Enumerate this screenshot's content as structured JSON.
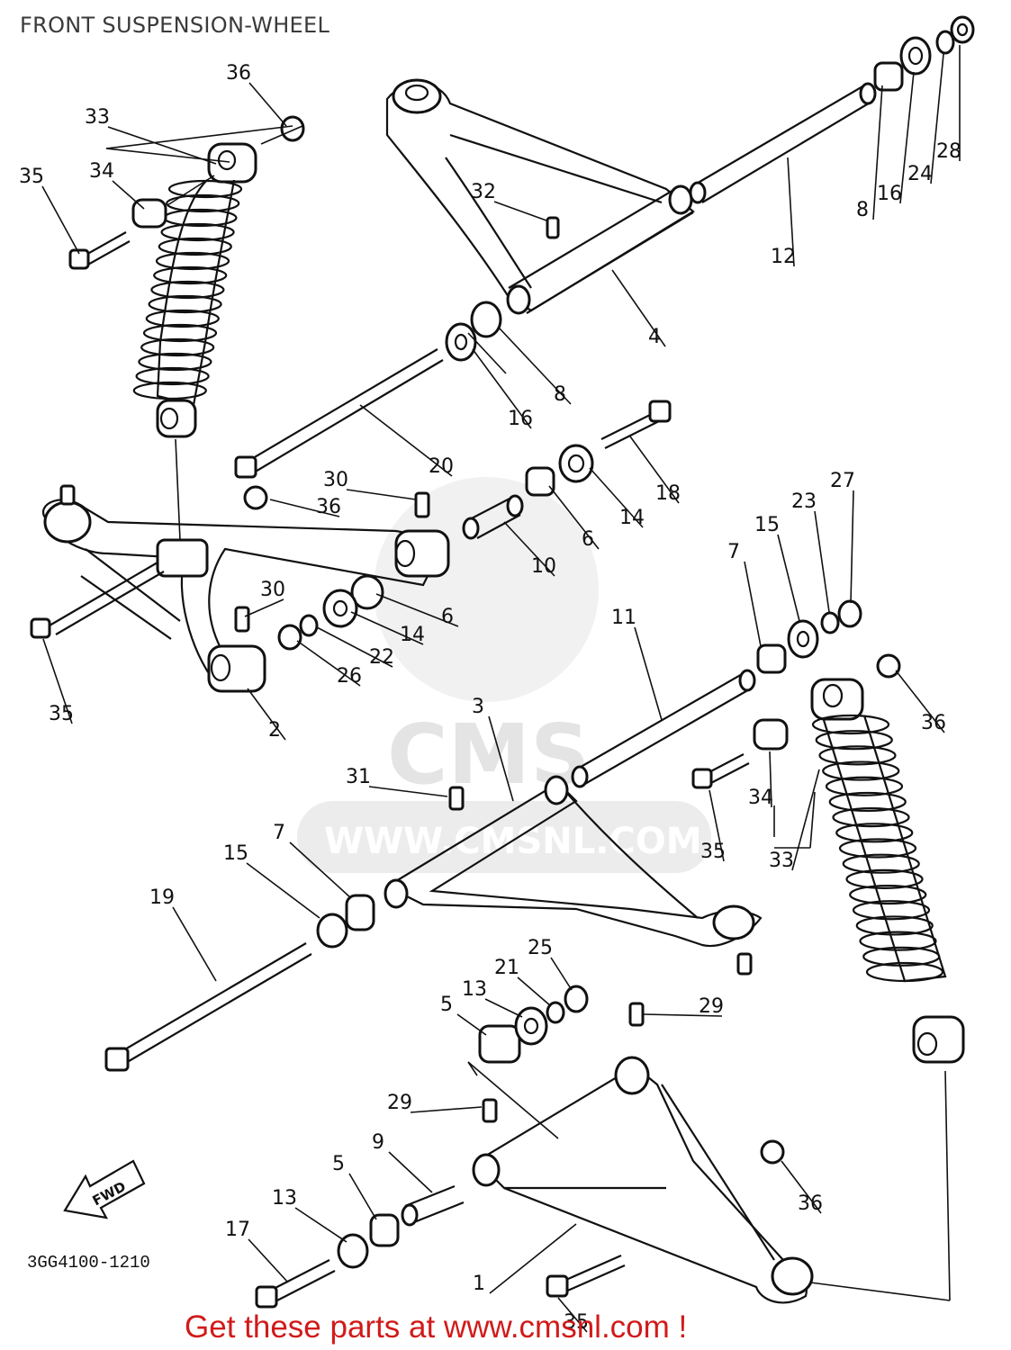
{
  "title": "FRONT SUSPENSION-WHEEL",
  "drawing_code": "3GG4100-1210",
  "footer": "Get these parts at www.cmsnl.com !",
  "watermark": {
    "brand": "CMS",
    "url": "WWW.CMSNL.COM"
  },
  "direction_label": "FWD",
  "colors": {
    "footer_text": "#d11a1a",
    "line": "#111111",
    "watermark": "#e6e6e6"
  },
  "callouts": [
    {
      "id": "c36a",
      "text": "36"
    },
    {
      "id": "c33a",
      "text": "33"
    },
    {
      "id": "c34a",
      "text": "34"
    },
    {
      "id": "c35a",
      "text": "35"
    },
    {
      "id": "c32",
      "text": "32"
    },
    {
      "id": "c4",
      "text": "4"
    },
    {
      "id": "c12",
      "text": "12"
    },
    {
      "id": "c8a",
      "text": "8"
    },
    {
      "id": "c16a",
      "text": "16"
    },
    {
      "id": "c24",
      "text": "24"
    },
    {
      "id": "c28",
      "text": "28"
    },
    {
      "id": "c8b",
      "text": "8"
    },
    {
      "id": "c16b",
      "text": "16"
    },
    {
      "id": "c20",
      "text": "20"
    },
    {
      "id": "c18",
      "text": "18"
    },
    {
      "id": "c30a",
      "text": "30"
    },
    {
      "id": "c36b",
      "text": "36"
    },
    {
      "id": "c14a",
      "text": "14"
    },
    {
      "id": "c6a",
      "text": "6"
    },
    {
      "id": "c10",
      "text": "10"
    },
    {
      "id": "c27",
      "text": "27"
    },
    {
      "id": "c23",
      "text": "23"
    },
    {
      "id": "c15a",
      "text": "15"
    },
    {
      "id": "c7a",
      "text": "7"
    },
    {
      "id": "c30b",
      "text": "30"
    },
    {
      "id": "c6b",
      "text": "6"
    },
    {
      "id": "c14b",
      "text": "14"
    },
    {
      "id": "c22",
      "text": "22"
    },
    {
      "id": "c26",
      "text": "26"
    },
    {
      "id": "c35b",
      "text": "35"
    },
    {
      "id": "c2",
      "text": "2"
    },
    {
      "id": "c11",
      "text": "11"
    },
    {
      "id": "c3",
      "text": "3"
    },
    {
      "id": "c36c",
      "text": "36"
    },
    {
      "id": "c31",
      "text": "31"
    },
    {
      "id": "c34b",
      "text": "34"
    },
    {
      "id": "c35c",
      "text": "35"
    },
    {
      "id": "c33b",
      "text": "33"
    },
    {
      "id": "c15b",
      "text": "15"
    },
    {
      "id": "c7b",
      "text": "7"
    },
    {
      "id": "c19",
      "text": "19"
    },
    {
      "id": "c25",
      "text": "25"
    },
    {
      "id": "c21",
      "text": "21"
    },
    {
      "id": "c13a",
      "text": "13"
    },
    {
      "id": "c5a",
      "text": "5"
    },
    {
      "id": "c29a",
      "text": "29"
    },
    {
      "id": "c29b",
      "text": "29"
    },
    {
      "id": "c9",
      "text": "9"
    },
    {
      "id": "c5b",
      "text": "5"
    },
    {
      "id": "c13b",
      "text": "13"
    },
    {
      "id": "c17",
      "text": "17"
    },
    {
      "id": "c36d",
      "text": "36"
    },
    {
      "id": "c1",
      "text": "1"
    },
    {
      "id": "c35d",
      "text": "35"
    }
  ]
}
